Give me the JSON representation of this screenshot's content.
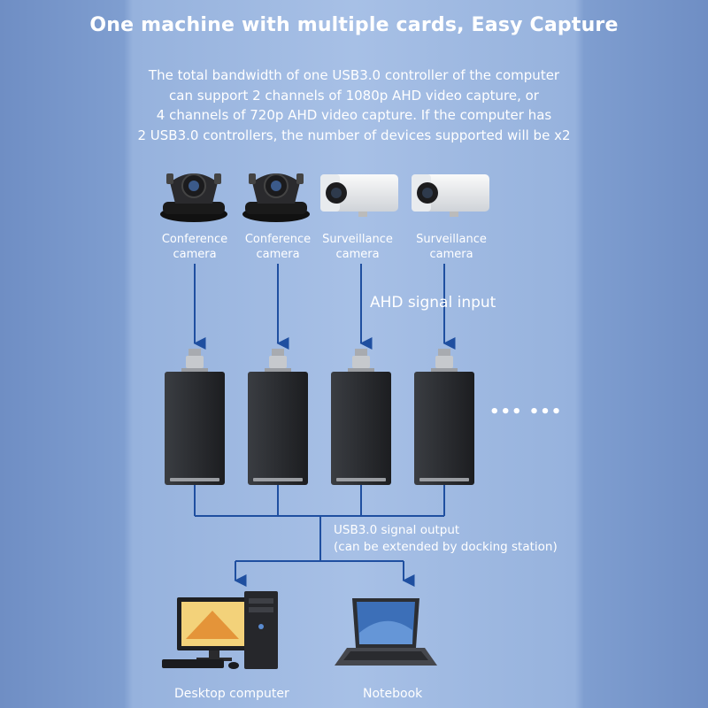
{
  "title": "One machine with multiple cards, Easy  Capture",
  "description": [
    "The total bandwidth of one USB3.0 controller of the computer",
    "can support 2 channels of 1080p AHD video capture, or",
    "4 channels of 720p AHD video capture. If the computer has",
    "2 USB3.0 controllers, the number of devices supported will be x2"
  ],
  "cameras": [
    {
      "line1": "Conference",
      "line2": "camera"
    },
    {
      "line1": "Conference",
      "line2": "camera"
    },
    {
      "line1": "Surveillance",
      "line2": "camera"
    },
    {
      "line1": "Surveillance",
      "line2": "camera"
    }
  ],
  "ahd_label": "AHD signal input",
  "more": "•••  •••",
  "usb_output": {
    "line1": "USB3.0 signal output",
    "line2": "(can be extended by docking station)"
  },
  "outputs": {
    "desktop": "Desktop computer",
    "notebook": "Notebook"
  },
  "colors": {
    "line": "#1f4fa0",
    "text": "#ffffff",
    "device": "#2f3135"
  }
}
